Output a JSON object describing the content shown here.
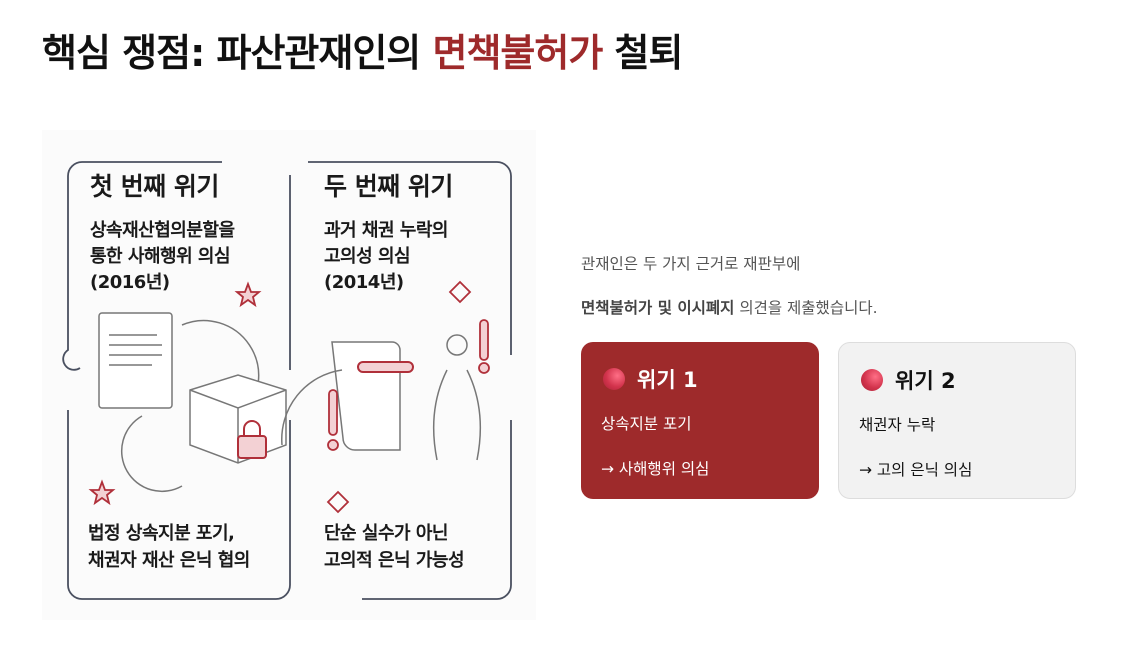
{
  "title": {
    "prefix": "핵심 쟁점: 파산관재인의 ",
    "accent": "면책불허가",
    "suffix": " 철퇴"
  },
  "colors": {
    "accent": "#9e2a2b",
    "card_gray": "#f2f2f2"
  },
  "illustration": {
    "left_panel": {
      "heading": "첫 번째 위기",
      "sub_lines": [
        "상속재산협의분할을",
        "통한 사해행위 의심",
        "(2016년)"
      ],
      "bottom_lines": [
        "법정 상속지분 포기,",
        "채권자 재산 은닉 협의"
      ]
    },
    "right_panel": {
      "heading": "두 번째 위기",
      "sub_lines": [
        "과거 채권 누락의",
        "고의성 의심",
        "(2014년)"
      ],
      "bottom_lines": [
        "단순 실수가 아닌",
        "고의적 은닉 가능성"
      ]
    }
  },
  "intro": {
    "line1": "관재인은 두 가지 근거로 재판부에",
    "line2_bold": "면책불허가 및 이시폐지",
    "line2_rest": " 의견을 제출했습니다."
  },
  "cards": [
    {
      "icon": "red-sphere-icon",
      "title": "위기 1",
      "line1": "상속지분 포기",
      "line2": "→ 사해행위 의심"
    },
    {
      "icon": "red-sphere-icon",
      "title": "위기 2",
      "line1": "채권자 누락",
      "line2": "→ 고의 은닉 의심"
    }
  ]
}
